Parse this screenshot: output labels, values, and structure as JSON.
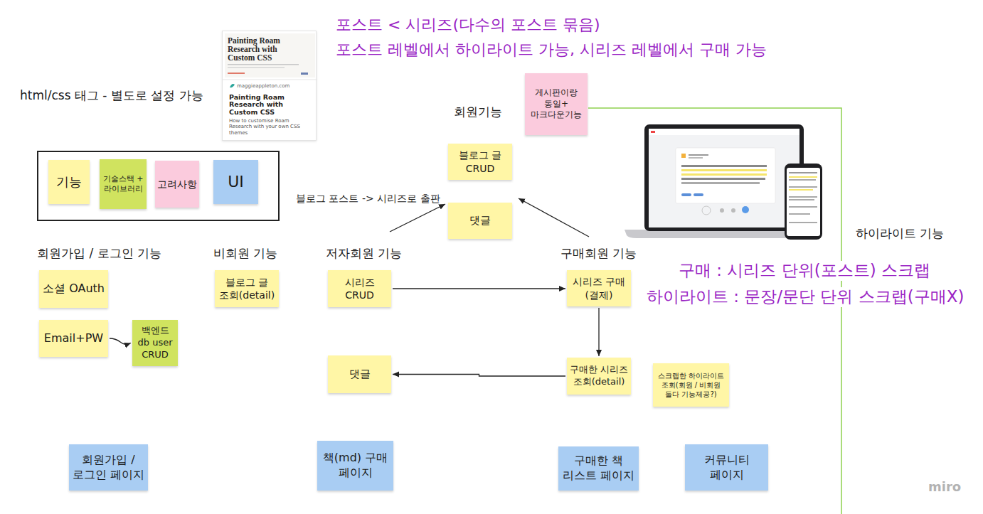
{
  "diagram": {
    "nodes": [
      {
        "text": [
          "Painting Roam Research with Custom CSS",
          "maggieappleton.com",
          "Painting Roam Research with Custom CSS",
          "How to customise Roam Research with your own CSS themes"
        ]
      },
      {
        "text": [
          "게시판이랑 동일+ 마크다운기능"
        ]
      },
      {
        "text": [
          "블로그 글 CRUD"
        ]
      },
      {
        "text": [
          "댓글"
        ]
      },
      {
        "text": [
          "소셜 OAuth"
        ]
      },
      {
        "text": [
          "블로그 글 조회(detail)"
        ]
      },
      {
        "text": [
          "시리즈 CRUD"
        ]
      },
      {
        "text": [
          "시리즈 구매 (결제)"
        ]
      },
      {
        "text": [
          "Email+PW"
        ]
      },
      {
        "text": [
          "백엔드 db user CRUD"
        ]
      },
      {
        "text": [
          "댓글"
        ]
      },
      {
        "text": [
          "구매한 시리즈 조회(detail)"
        ]
      },
      {
        "text": [
          "스크랩한 하이라이트 조회(회원 / 비회원 둘다 기능제공?)"
        ]
      },
      {
        "text": [
          "회원가입 / 로그인 페이지"
        ]
      },
      {
        "text": [
          "책(md) 구매 페이지"
        ]
      },
      {
        "text": [
          "구매한 책 리스트 페이지"
        ]
      },
      {
        "text": [
          "커뮤니티 페이지"
        ]
      }
    ],
    "edges": [
      {
        "from": 8,
        "to": 9,
        "arrow": "to"
      },
      {
        "from": 6,
        "to": 7,
        "arrow": "to"
      },
      {
        "from": 7,
        "to": 11,
        "arrow": "to"
      },
      {
        "from": 11,
        "to": 10,
        "arrow": "to"
      }
    ],
    "labels": [
      "포스트 < 시리즈(다수의 포스트 묶음)",
      "포스트 레벨에서 하이라이트 가능, 시리즈 레벨에서 구매 가능",
      "html/css 태그 - 별도로 설정 가능",
      "회원기능",
      "블로그 포스트 -> 시리즈로 출판",
      "하이라이트 기능",
      "회원가입 / 로그인 기능",
      "비회원 기능",
      "저자회원 기능",
      "구매회원 기능",
      "구매 : 시리즈 단위(포스트) 스크랩",
      "하이라이트 : 문장/문단 단위 스크랩(구매X)",
      "miro"
    ],
    "legend": [
      {
        "text": "기능",
        "color": "#fff6a6"
      },
      {
        "text": "기술스택 + 라이브러리",
        "color": "#d0e35f"
      },
      {
        "text": "고려사항",
        "color": "#fbcbdd"
      },
      {
        "text": "UI",
        "color": "#a9cdf3"
      }
    ]
  }
}
